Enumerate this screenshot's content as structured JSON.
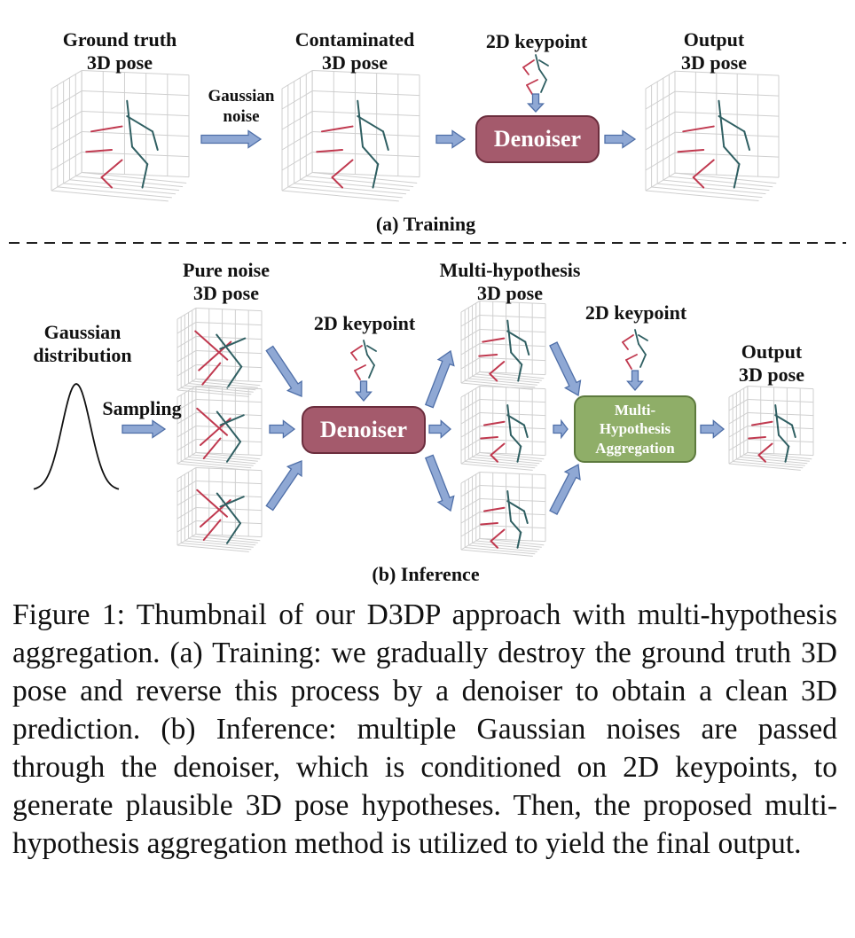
{
  "training": {
    "label_gt": [
      "Ground truth",
      "3D pose"
    ],
    "label_contaminated": [
      "Contaminated",
      "3D pose"
    ],
    "label_keypoint": "2D keypoint",
    "label_output": [
      "Output",
      "3D pose"
    ],
    "noise_label": [
      "Gaussian",
      "noise"
    ],
    "denoiser": "Denoiser",
    "section_caption": "(a) Training"
  },
  "inference": {
    "gaussian_label": [
      "Gaussian",
      "distribution"
    ],
    "sampling": "Sampling",
    "pure_noise": [
      "Pure noise",
      "3D pose"
    ],
    "keypoint_1": "2D keypoint",
    "denoiser": "Denoiser",
    "multi_hyp": [
      "Multi-hypothesis",
      "3D pose"
    ],
    "keypoint_2": "2D keypoint",
    "aggregation": [
      "Multi-",
      "Hypothesis",
      "Aggregation"
    ],
    "output": [
      "Output",
      "3D pose"
    ],
    "section_caption": "(b) Inference"
  },
  "caption": "Figure 1:  Thumbnail of our D3DP approach with multi-hypothesis aggregation. (a) Training: we gradually destroy the ground truth 3D pose and reverse this process by a denoiser to obtain a clean 3D prediction. (b) Inference: multiple Gaussian noises are passed through the denoiser, which is conditioned on 2D keypoints, to generate plausible 3D pose hypotheses. Then, the proposed multi-hypothesis aggregation method is utilized to yield the final output.",
  "colors": {
    "arrow_fill": "#8fa8d4",
    "arrow_stroke": "#4f6fa8",
    "limb_left": "#c0394f",
    "limb_right": "#2f5f62",
    "grid": "#cfcfcf"
  }
}
